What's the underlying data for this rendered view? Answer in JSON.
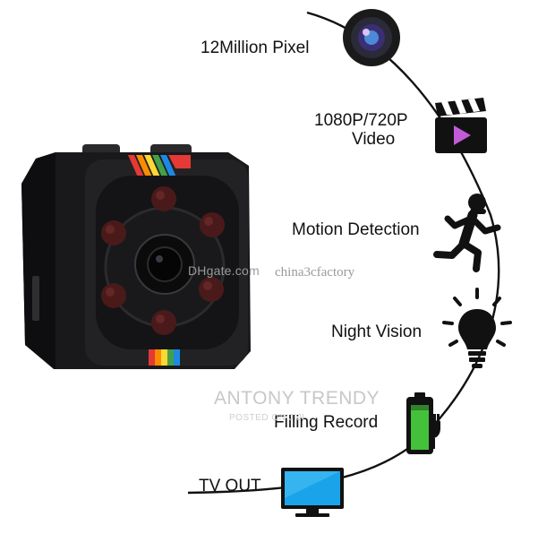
{
  "features": [
    {
      "id": "pixel",
      "label": "12Million Pixel",
      "icon": "camera-lens-icon"
    },
    {
      "id": "video",
      "label_line1": "1080P/720P",
      "label_line2": "Video",
      "icon": "clapperboard-video-icon"
    },
    {
      "id": "motion",
      "label": "Motion Detection",
      "icon": "running-person-icon"
    },
    {
      "id": "night",
      "label": "Night Vision",
      "icon": "light-bulb-icon"
    },
    {
      "id": "record",
      "label": "Filling Record",
      "icon": "battery-charging-icon"
    },
    {
      "id": "tv",
      "label": "TV OUT",
      "icon": "tv-monitor-icon"
    }
  ],
  "watermarks": {
    "site": "DHgate.com",
    "shop": "china3cfactory",
    "brand": "ANTONY TRENDY",
    "posted": "POSTED ON JIJI"
  },
  "colors": {
    "arc": "#111111",
    "camera_body": "#1c1c1e",
    "rainbow": [
      "#e53935",
      "#fb8c00",
      "#fdd835",
      "#43a047",
      "#1e88e5"
    ],
    "battery_fill": "#43c13a",
    "tv_screen": "#1aa3e8"
  }
}
